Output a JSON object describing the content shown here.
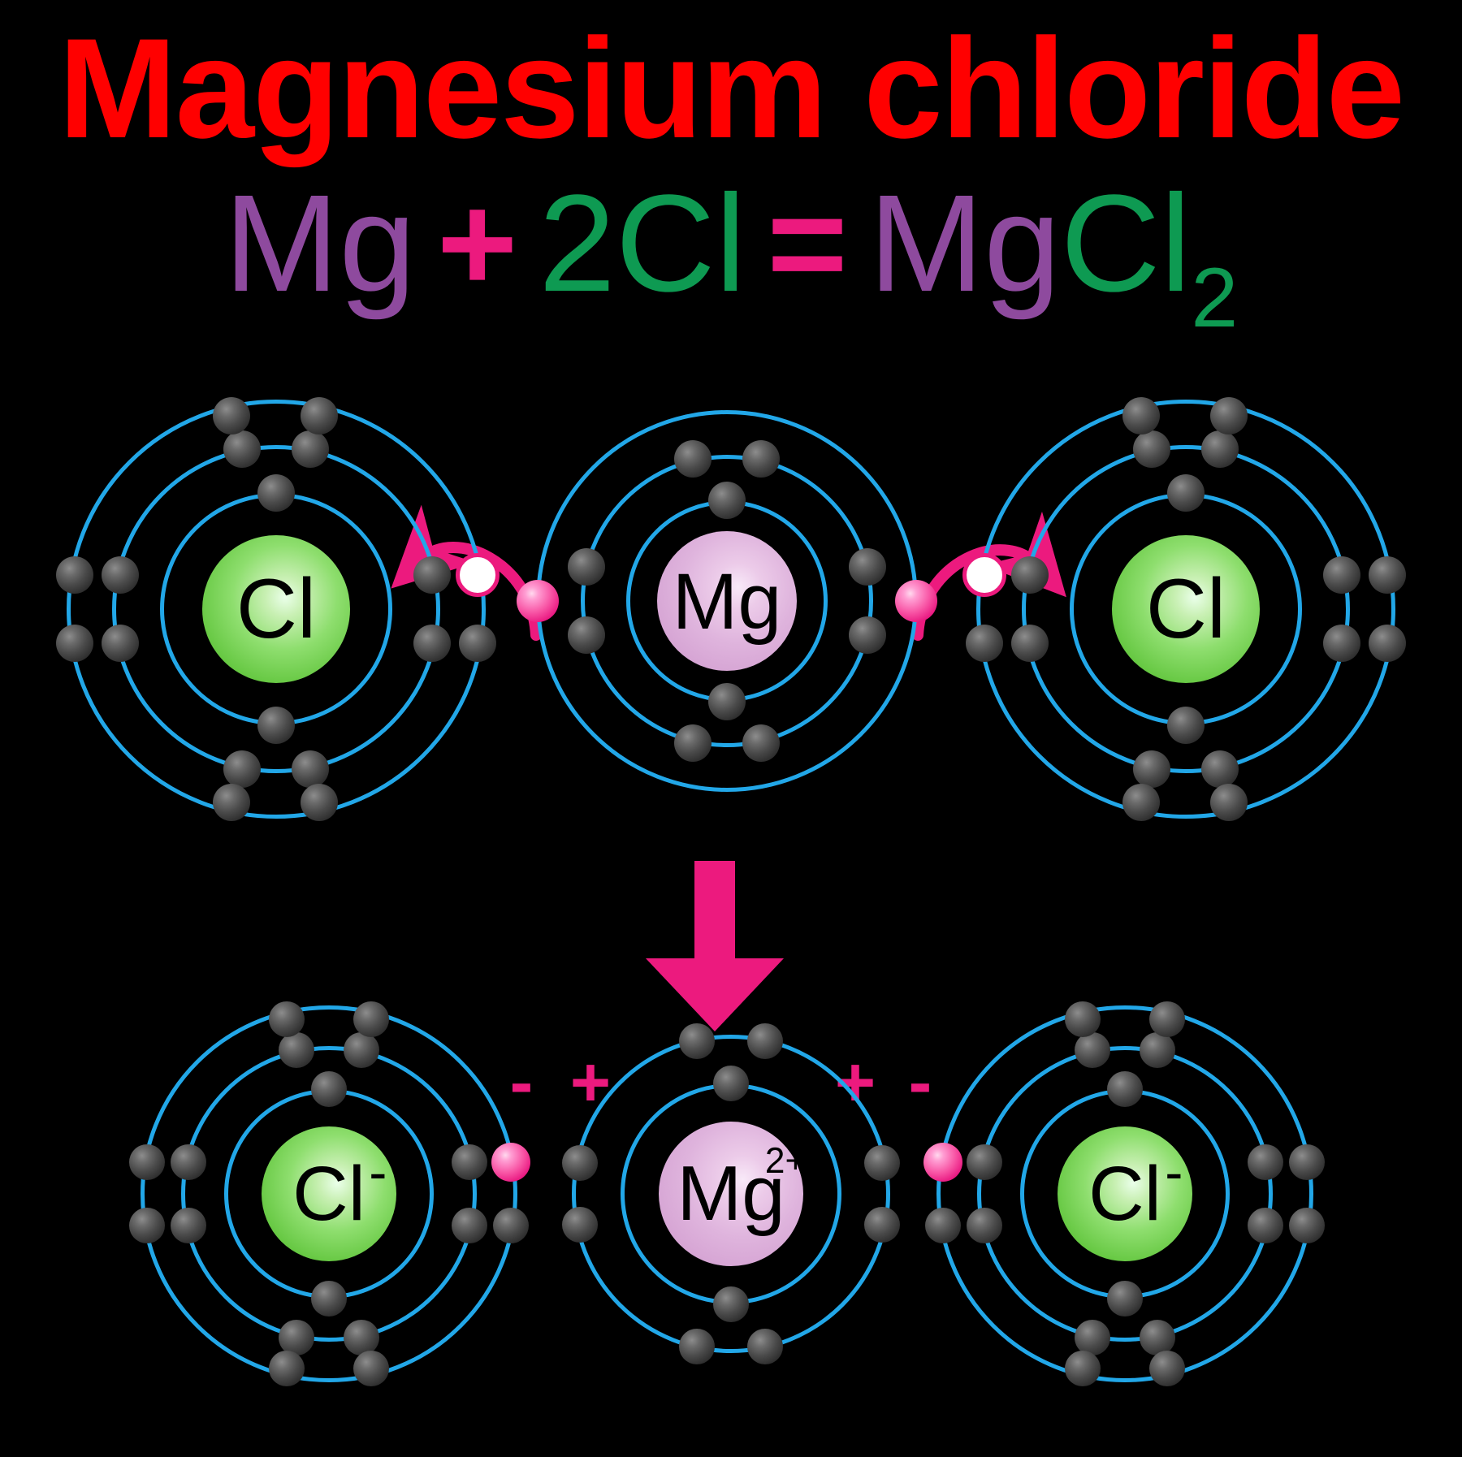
{
  "title": "Magnesium chloride",
  "equation": {
    "reactant_metal": "Mg",
    "plus": "+",
    "reactant_nonmetal": "2Cl",
    "equals": "=",
    "product_metal": "Mg",
    "product_nonmetal": "Cl",
    "product_subscript": "2"
  },
  "colors": {
    "background": "#000000",
    "title": "#FF0000",
    "magnesium": "#8E4A9E",
    "chlorine": "#0E9A52",
    "pink": "#EC1A7E",
    "shell_orbit": "#22A7E8",
    "electron": "#4a4a4a",
    "transferred_electron": "#F857A6",
    "empty_electron": "#FFFFFF",
    "nucleus_cl": "#7BD35A",
    "nucleus_mg": "#DEB3DC"
  },
  "reaction": {
    "before": {
      "atoms": [
        {
          "id": "cl-left",
          "symbol": "Cl",
          "charge": "",
          "shells": [
            2,
            8,
            7
          ],
          "note": "one outer position empty (white circle) awaiting electron"
        },
        {
          "id": "mg-center",
          "symbol": "Mg",
          "charge": "",
          "shells": [
            2,
            8,
            2
          ],
          "note": "two outer electrons highlighted pink, to be donated"
        },
        {
          "id": "cl-right",
          "symbol": "Cl",
          "charge": "",
          "shells": [
            2,
            8,
            7
          ],
          "note": "one outer position empty (white circle) awaiting electron"
        }
      ],
      "arrows": [
        {
          "from": "mg-center",
          "to": "cl-left",
          "label": "electron-transfer"
        },
        {
          "from": "mg-center",
          "to": "cl-right",
          "label": "electron-transfer"
        }
      ]
    },
    "transition": {
      "symbol": "down-arrow"
    },
    "after": {
      "ions": [
        {
          "id": "cl-minus-left",
          "symbol": "Cl",
          "charge": "-",
          "shells": [
            2,
            8,
            8
          ],
          "charge_label": "-"
        },
        {
          "id": "mg-2plus",
          "symbol": "Mg",
          "charge": "2+",
          "shells": [
            2,
            8
          ],
          "charge_label_left": "+",
          "charge_label_right": "+"
        },
        {
          "id": "cl-minus-right",
          "symbol": "Cl",
          "charge": "-",
          "shells": [
            2,
            8,
            8
          ],
          "charge_label": "-"
        }
      ],
      "charge_markers": [
        "-",
        "+",
        "+",
        "-"
      ]
    }
  }
}
